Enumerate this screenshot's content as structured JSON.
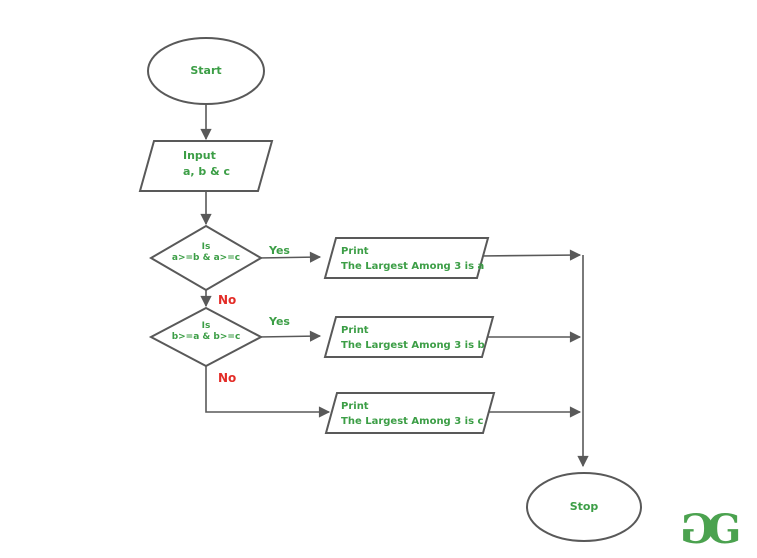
{
  "diagram": {
    "nodes": {
      "start": {
        "label": "Start"
      },
      "input": {
        "line1": "Input",
        "line2": "a, b & c"
      },
      "decision1": {
        "line1": "Is",
        "line2": "a>=b & a>=c"
      },
      "print_a": {
        "line1": "Print",
        "line2": "The Largest Among 3 is a"
      },
      "decision2": {
        "line1": "Is",
        "line2": "b>=a & b>=c"
      },
      "print_b": {
        "line1": "Print",
        "line2": "The Largest Among 3 is b"
      },
      "print_c": {
        "line1": "Print",
        "line2": "The Largest Among 3 is c"
      },
      "stop": {
        "label": "Stop"
      }
    },
    "edge_labels": {
      "yes1": "Yes",
      "no1": "No",
      "yes2": "Yes",
      "no2": "No"
    },
    "colors": {
      "background": "#ffffff",
      "shape_stroke": "#595959",
      "text_green": "#3c9e46",
      "label_red": "#e32c27",
      "logo_green": "#4ba24f"
    },
    "logo": {
      "glyph_left": "G",
      "glyph_right": "G"
    }
  }
}
